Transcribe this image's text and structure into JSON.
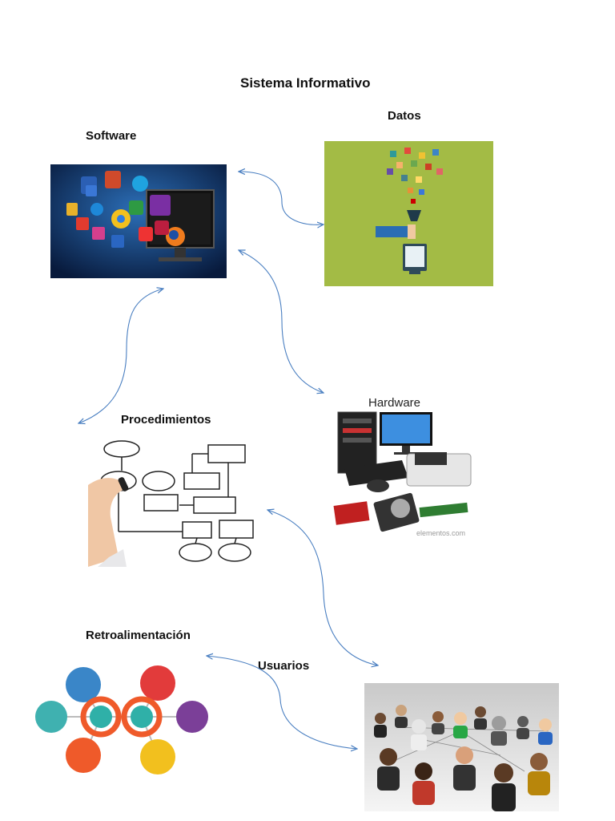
{
  "title": "Sistema Informativo",
  "nodes": {
    "software": "Software",
    "datos": "Datos",
    "procedimientos": "Procedimientos",
    "hardware": "Hardware",
    "retroalimentacion": "Retroalimentación",
    "usuarios": "Usuarios"
  },
  "hardware_image_caption": "Hardware",
  "hardware_watermark": "elementos.com",
  "colors": {
    "connector": "#4a7fc1",
    "datos_bg": "#a3bb45",
    "software_bg": "#0d2a5a"
  }
}
